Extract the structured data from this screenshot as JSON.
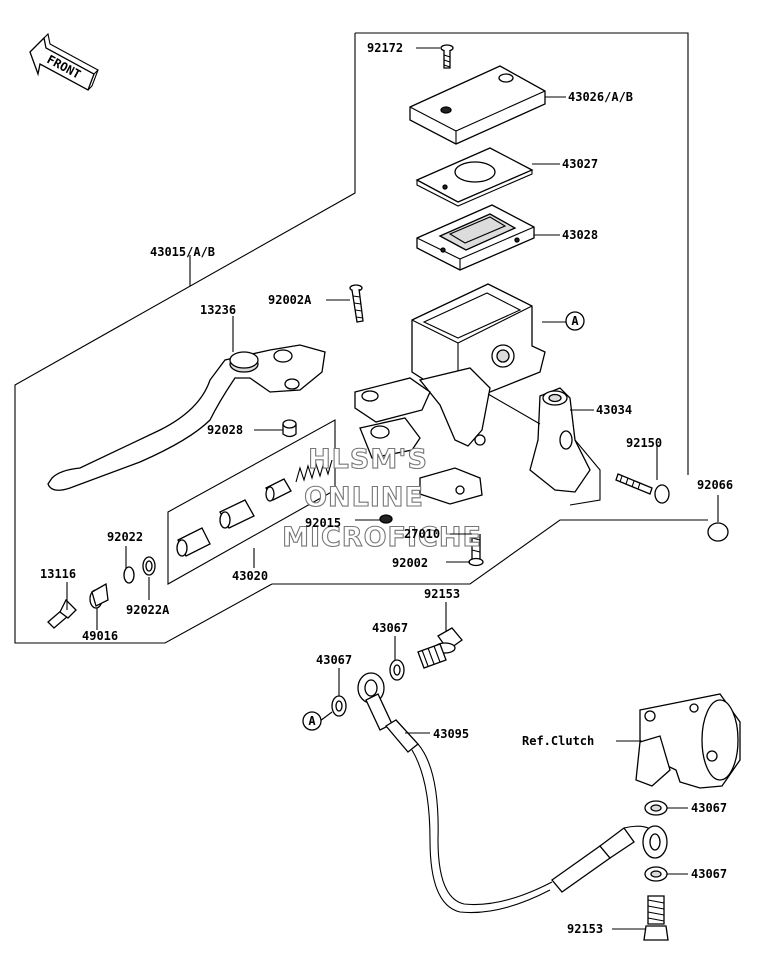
{
  "front_label": "FRONT",
  "ref_a": "A",
  "ref_clutch": "Ref.Clutch",
  "watermark": [
    "HLSM'S",
    "ONLINE",
    "MICROFICHE"
  ],
  "parts": {
    "p92172": "92172",
    "p43026": "43026/A/B",
    "p43027": "43027",
    "p43028": "43028",
    "p43015": "43015/A/B",
    "p13236": "13236",
    "p92002A": "92002A",
    "p92028": "92028",
    "p43034": "43034",
    "p92150": "92150",
    "p92066": "92066",
    "p92015": "92015",
    "p27010": "27010",
    "p92002": "92002",
    "p92022": "92022",
    "p13116": "13116",
    "p43020": "43020",
    "p92022A": "92022A",
    "p49016": "49016",
    "p92153a": "92153",
    "p43067a": "43067",
    "p43067b": "43067",
    "p43095": "43095",
    "p43067c": "43067",
    "p43067d": "43067",
    "p92153b": "92153"
  }
}
